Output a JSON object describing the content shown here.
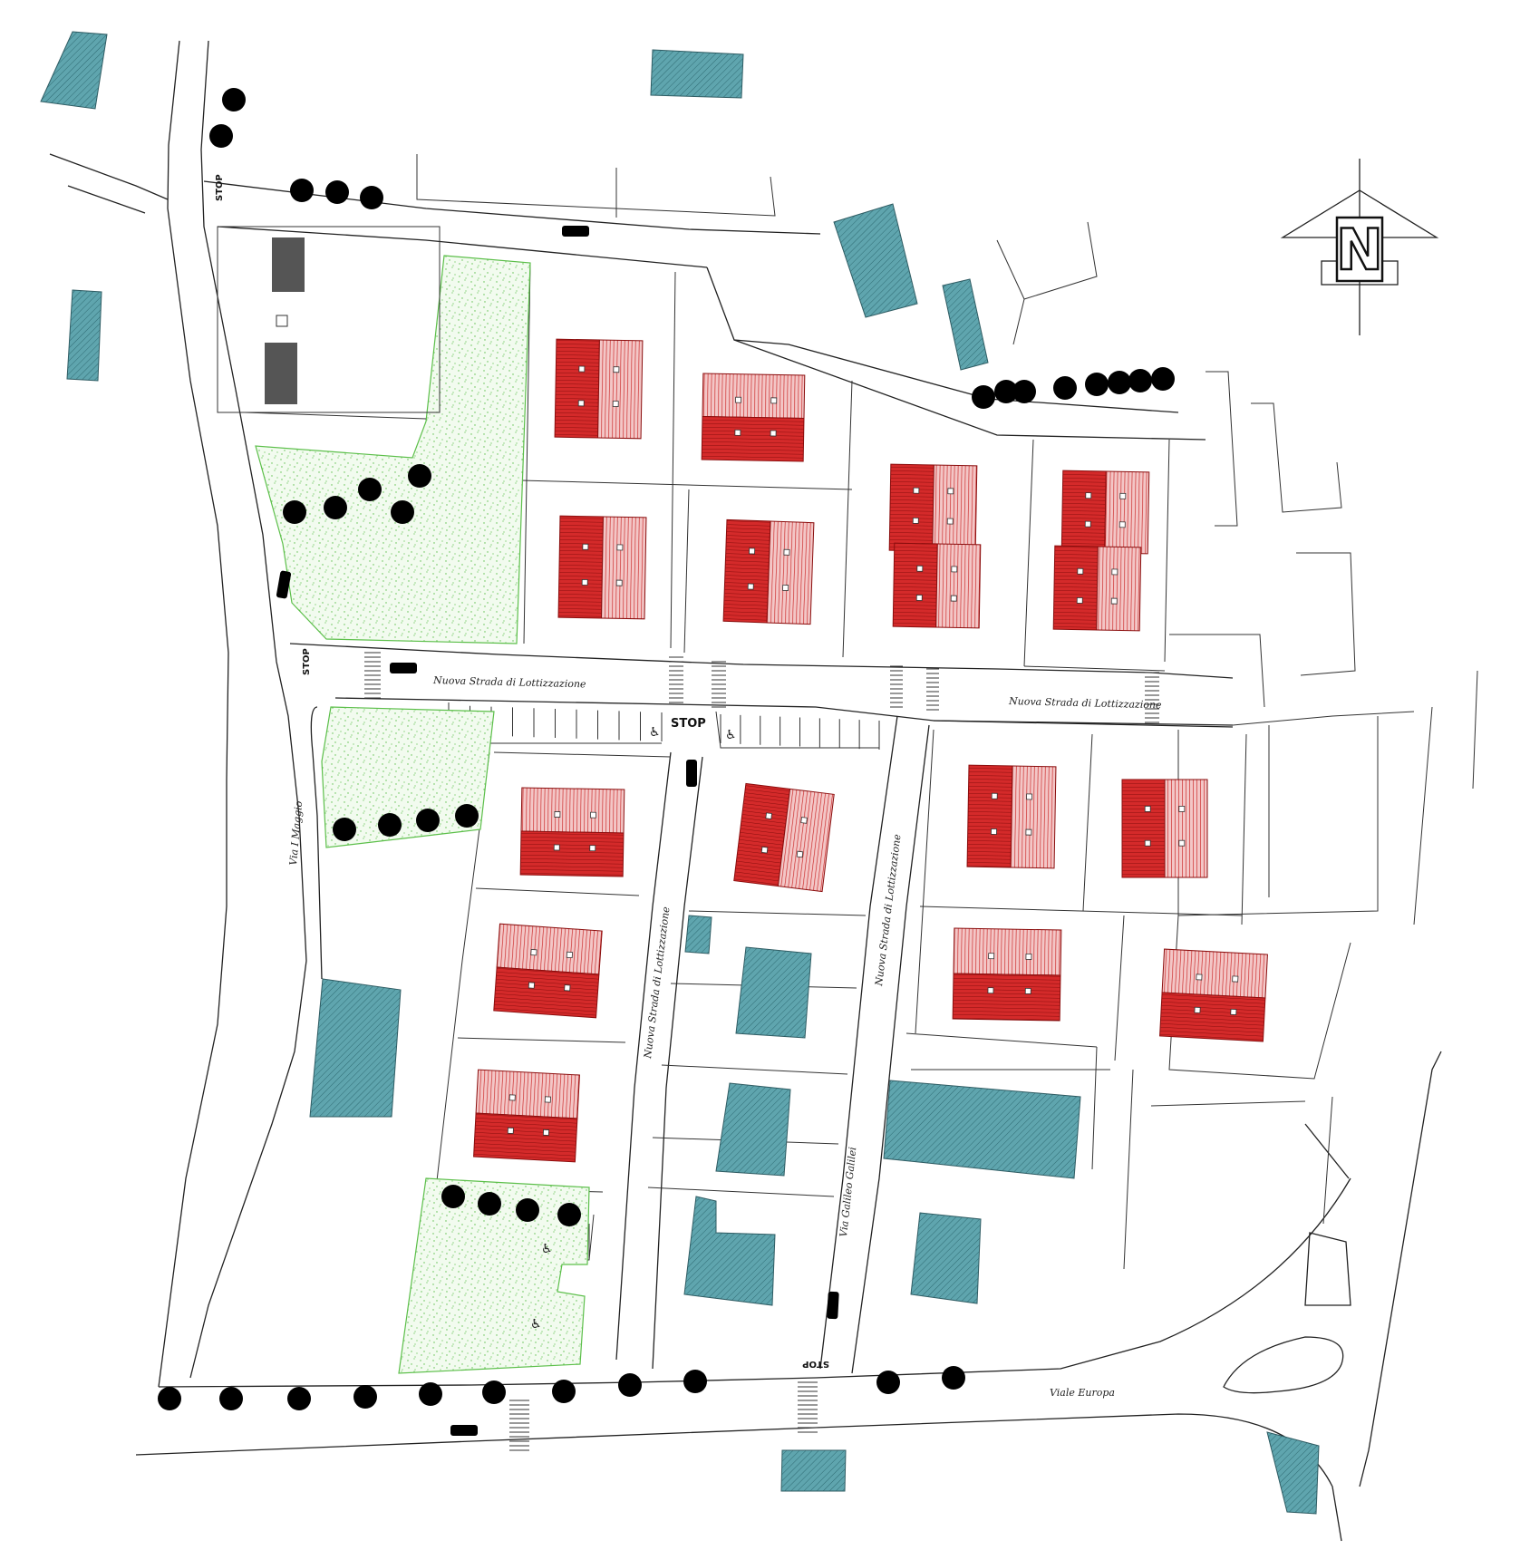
{
  "streets": {
    "nuova_strada_north": "Nuova Strada di Lottizzazione",
    "nuova_strada_north_east": "Nuova Strada di Lottizzazione",
    "nuova_strada_vertical_west": "Nuova Strada di Lottizzazione",
    "nuova_strada_vertical_east": "Nuova Strada di Lottizzazione",
    "via_i_maggio": "Via I Maggio",
    "via_galileo_galilei": "Via Galileo Galilei",
    "viale_europa": "Viale Europa"
  },
  "signs": {
    "stop": "STOP"
  },
  "north_arrow": {
    "letter": "N"
  },
  "colors": {
    "new_building_roof": "#d42a2a",
    "existing_building": "#5fa5ae",
    "green_area": "#5cbf4a",
    "linework": "#222222"
  }
}
